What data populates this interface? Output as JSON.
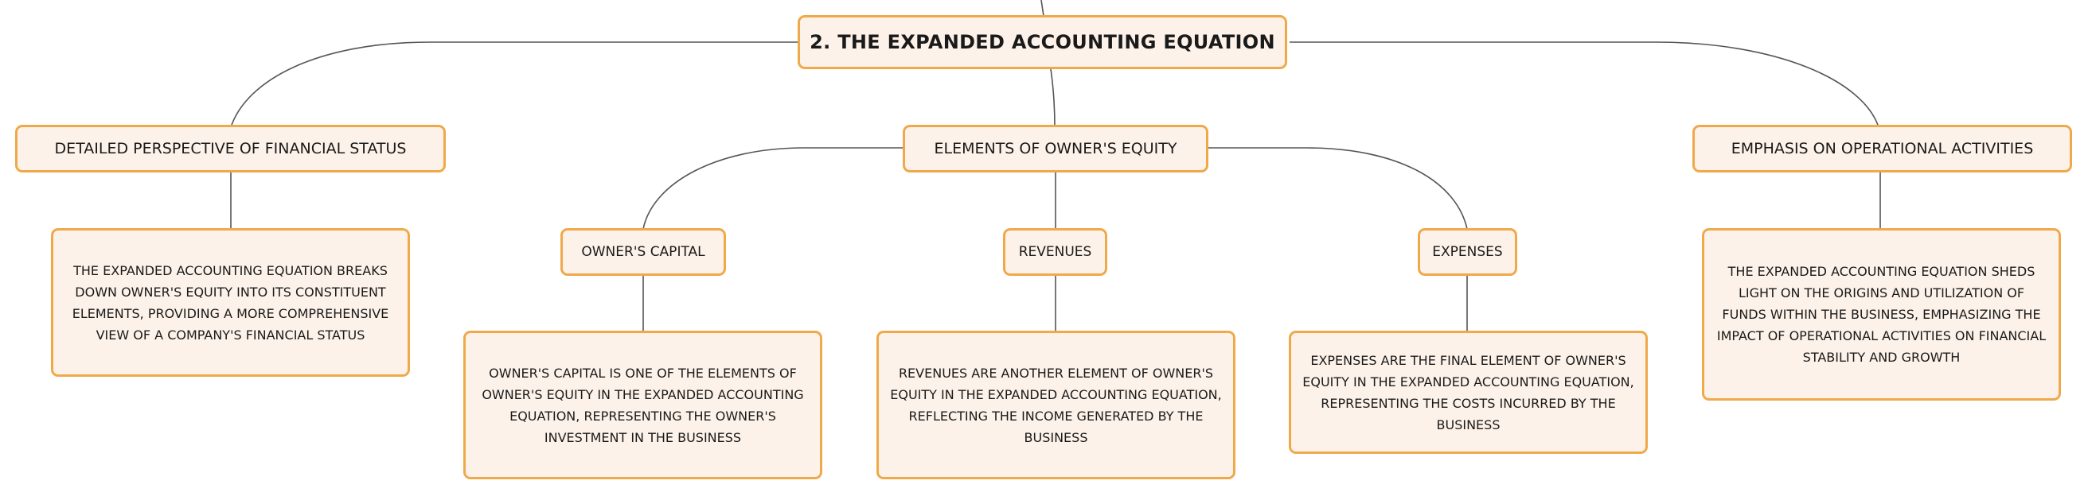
{
  "root": {
    "title": "2. THE EXPANDED ACCOUNTING EQUATION"
  },
  "branches": {
    "detailed": {
      "title": "DETAILED PERSPECTIVE OF FINANCIAL STATUS",
      "description": "THE EXPANDED ACCOUNTING EQUATION BREAKS DOWN OWNER'S EQUITY INTO ITS CONSTITUENT ELEMENTS, PROVIDING A MORE COMPREHENSIVE VIEW OF A COMPANY'S FINANCIAL STATUS"
    },
    "elements": {
      "title": "ELEMENTS OF OWNER'S EQUITY",
      "children": {
        "capital": {
          "title": "OWNER'S CAPITAL",
          "description": "OWNER'S CAPITAL IS ONE OF THE ELEMENTS OF OWNER'S EQUITY IN THE EXPANDED ACCOUNTING EQUATION, REPRESENTING THE OWNER'S INVESTMENT IN THE BUSINESS"
        },
        "revenues": {
          "title": "REVENUES",
          "description": "REVENUES ARE ANOTHER ELEMENT OF OWNER'S EQUITY IN THE EXPANDED ACCOUNTING EQUATION, REFLECTING THE INCOME GENERATED BY THE BUSINESS"
        },
        "expenses": {
          "title": "EXPENSES",
          "description": "EXPENSES ARE THE FINAL ELEMENT OF OWNER'S EQUITY IN THE EXPANDED ACCOUNTING EQUATION, REPRESENTING THE COSTS INCURRED BY THE BUSINESS"
        }
      }
    },
    "emphasis": {
      "title": "EMPHASIS ON OPERATIONAL ACTIVITIES",
      "description": "THE EXPANDED ACCOUNTING EQUATION SHEDS LIGHT ON THE ORIGINS AND UTILIZATION OF FUNDS WITHIN THE BUSINESS, EMPHASIZING THE IMPACT OF OPERATIONAL ACTIVITIES ON FINANCIAL STABILITY AND GROWTH"
    }
  },
  "colors": {
    "node_fill": "#fdf2e9",
    "node_border": "#f0a94a",
    "connector": "#555555",
    "text": "#1a1a1a"
  }
}
